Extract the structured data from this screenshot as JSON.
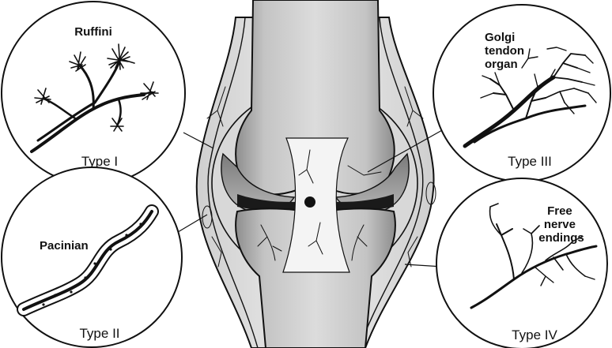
{
  "receptors": [
    {
      "name": "Ruffini",
      "type": "Type I"
    },
    {
      "name": "Pacinian",
      "type": "Type II"
    },
    {
      "name_lines": [
        "Golgi",
        "tendon",
        "organ"
      ],
      "type": "Type III"
    },
    {
      "name_lines": [
        "Free",
        "nerve",
        "endings"
      ],
      "type": "Type IV"
    }
  ]
}
